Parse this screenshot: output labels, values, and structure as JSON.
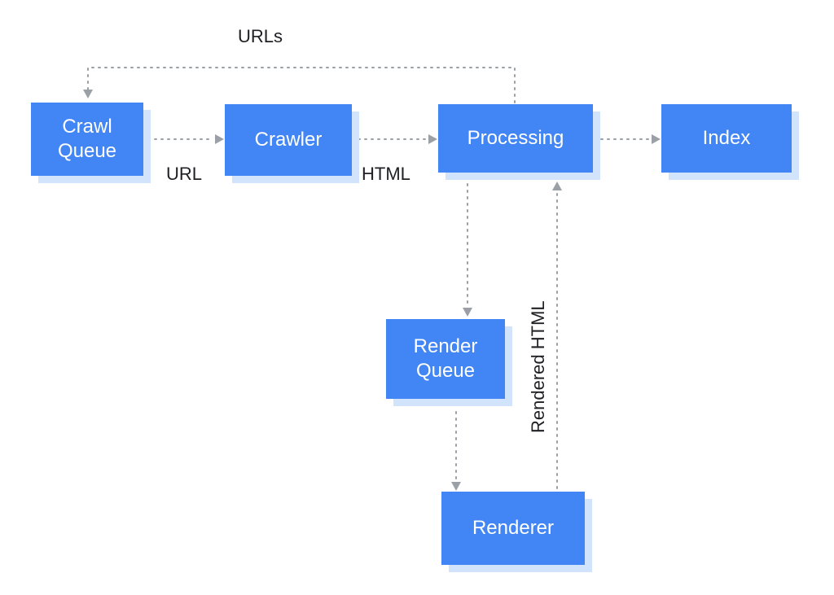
{
  "colors": {
    "node_fill": "#4285f4",
    "node_shadow": "#d2e3fc",
    "node_text": "#ffffff",
    "edge": "#9aa0a6",
    "label_text": "#202124"
  },
  "nodes": {
    "crawl_queue": {
      "line1": "Crawl",
      "line2": "Queue"
    },
    "crawler": {
      "label": "Crawler"
    },
    "processing": {
      "label": "Processing"
    },
    "index": {
      "label": "Index"
    },
    "render_queue": {
      "line1": "Render",
      "line2": "Queue"
    },
    "renderer": {
      "label": "Renderer"
    }
  },
  "edges": {
    "urls_feedback": "URLs",
    "url": "URL",
    "html": "HTML",
    "rendered_html": "Rendered HTML"
  }
}
